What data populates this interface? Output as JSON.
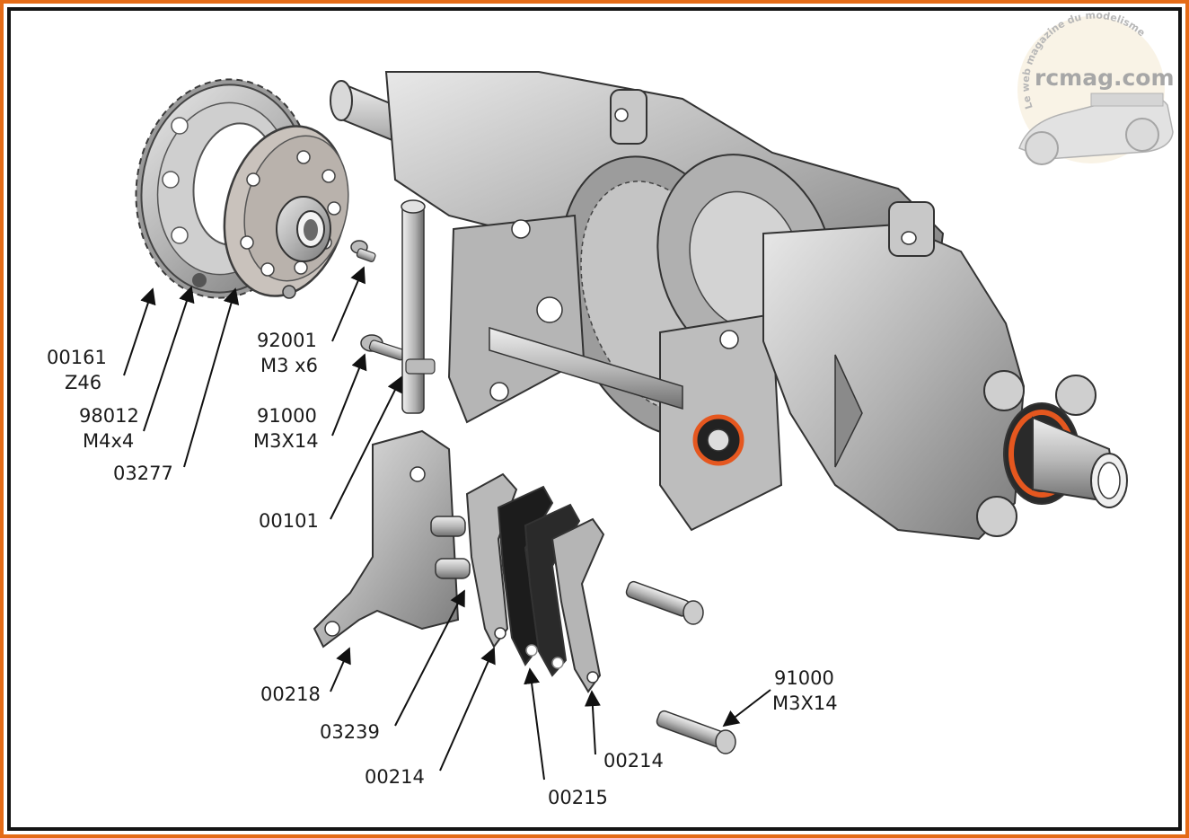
{
  "colors": {
    "frame_outer": "#e46b17",
    "frame_inner": "#141414",
    "metal_light": "#d6d6d6",
    "metal_mid": "#a9a9a9",
    "metal_dark": "#6e6e6e",
    "gasket_black": "#1c1c1c",
    "bearing_orange": "#e5571f"
  },
  "watermark": {
    "brand": "rcmag.com",
    "tagline": "Le web magazine du modelisme"
  },
  "labels": {
    "l00161": "00161",
    "lZ46": "Z46",
    "l98012": "98012",
    "lM4x4": "M4x4",
    "l03277": "03277",
    "l92001": "92001",
    "lM3x6": "M3 x6",
    "l91000a": "91000",
    "lM3X14a": "M3X14",
    "l00101": "00101",
    "l00218": "00218",
    "l03239": "03239",
    "l00214a": "00214",
    "l00215": "00215",
    "l00214b": "00214",
    "l91000b": "91000",
    "lM3X14b": "M3X14"
  },
  "icons": {
    "gear": "spur-gear-icon",
    "hub": "brake-disc-hub-icon",
    "gearbox": "gearbox-assembly-icon",
    "shaft": "shaft-icon",
    "screw": "cap-screw-icon"
  }
}
